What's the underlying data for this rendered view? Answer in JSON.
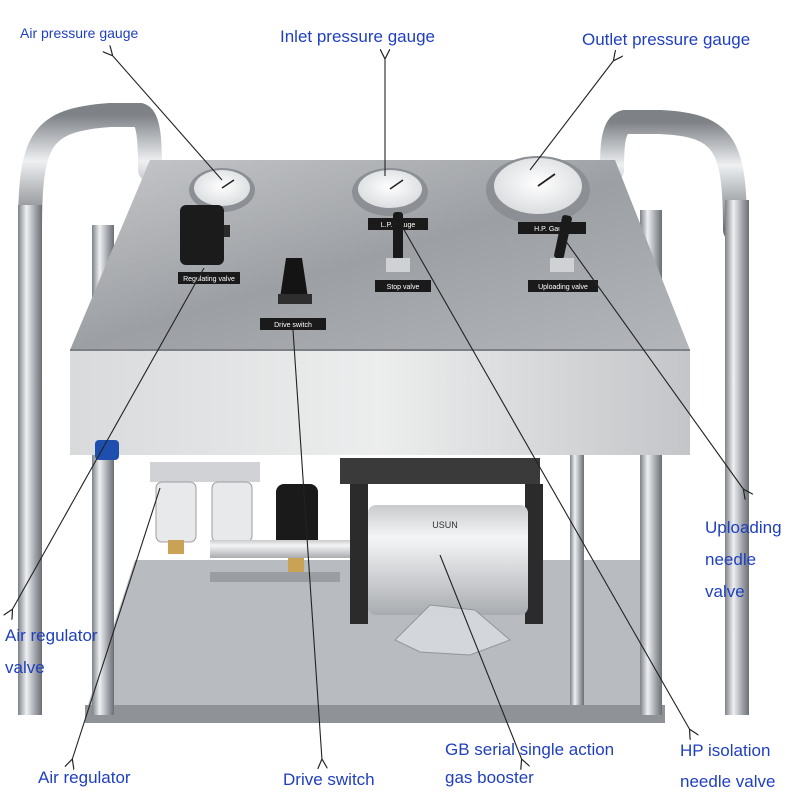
{
  "callouts": {
    "air_pressure_gauge": "Air pressure gauge",
    "inlet_pressure_gauge": "Inlet pressure gauge",
    "outlet_pressure_gauge": "Outlet pressure gauge",
    "uploading_needle_valve": [
      "Uploading",
      "needle",
      "valve"
    ],
    "air_regulator_valve": [
      "Air regulator",
      "valve"
    ],
    "air_regulator": "Air regulator",
    "drive_switch": "Drive switch",
    "gas_booster": [
      "GB serial single action",
      "gas booster"
    ],
    "hp_isolation_needle_valve": [
      "HP isolation",
      "needle valve"
    ]
  },
  "panel_labels": {
    "regulating_valve": "Regulating valve",
    "drive_switch": "Drive switch",
    "stop_valve": "Stop valve",
    "uploading_valve": "Uploading valve",
    "inlet_gauge_tag": "L.P. Gauge",
    "outlet_gauge_tag": "H.P. Gauge",
    "booster_brand": "USUN"
  },
  "colors": {
    "callout_text": "#1f3fbf",
    "leader_line": "#222222",
    "steel": "#b9bcc0",
    "background": "#ffffff"
  }
}
